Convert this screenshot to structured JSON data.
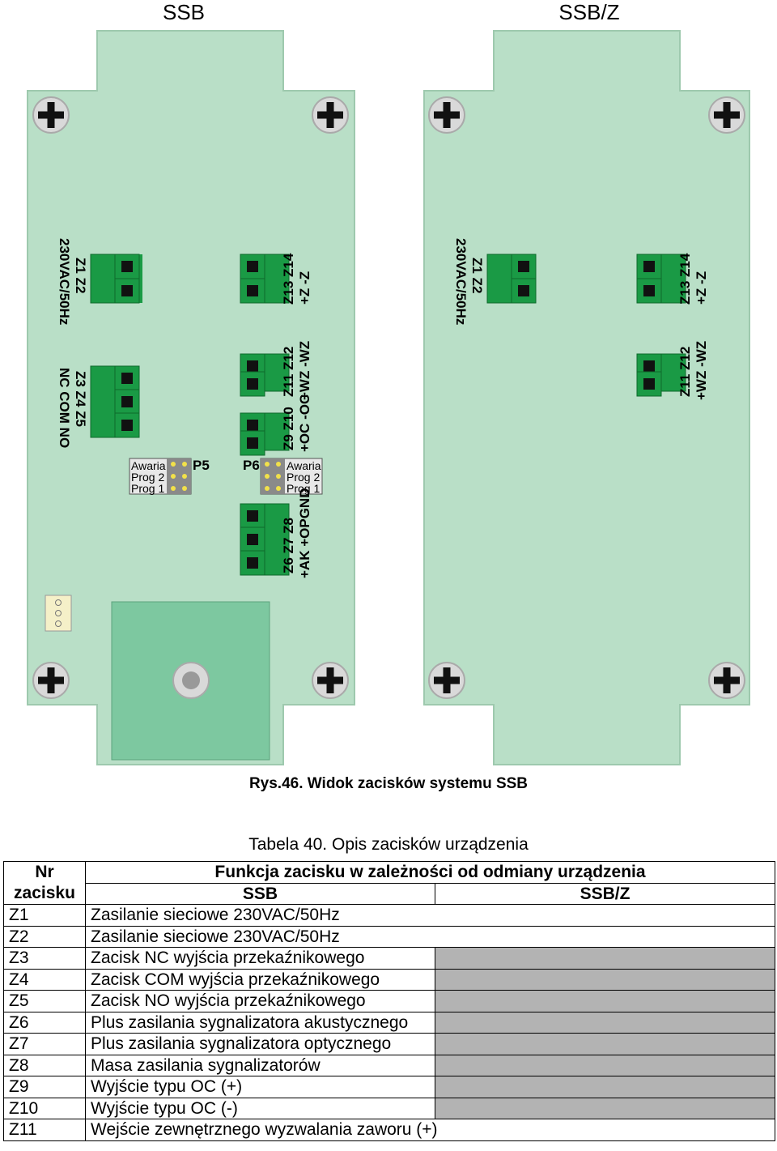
{
  "figure": {
    "boards": [
      {
        "title": "SSB",
        "terminals": {
          "z1z2": "Z1 Z2",
          "z1z2_sub": "230VAC/50Hz",
          "z3z5": "Z3 Z4 Z5",
          "z3z5_sub": "NC COM NO",
          "z13z14": "Z13 Z14",
          "z13z14_sub": "+Z  -Z",
          "z11z12": "Z11 Z12",
          "z11z12_sub": "+WZ -WZ",
          "z9z10": "Z9 Z10",
          "z9z10_sub": "+OC -OC",
          "z6z8": "Z6  Z7  Z8",
          "z6z8_sub": "+AK +OPGND"
        },
        "jumpers": {
          "p5": "P5",
          "p6": "P6",
          "labels": [
            "Awaria",
            "Prog 2",
            "Prog 1"
          ]
        }
      },
      {
        "title": "SSB/Z",
        "terminals": {
          "z1z2": "Z1 Z2",
          "z1z2_sub": "230VAC/50Hz",
          "z13z14": "Z13 Z14",
          "z13z14_sub": "+Z  -Z",
          "z11z12": "Z11 Z12",
          "z11z12_sub": "+WZ -WZ"
        }
      }
    ],
    "colors": {
      "board": "#b9dfc7",
      "board_edge": "#9ec9ae",
      "terminal": "#1a9a45",
      "terminal_dark": "#0e6a2c",
      "pad": "#7dc8a0",
      "screw": "#d9d9d9"
    },
    "caption": "Rys.46. Widok zacisków systemu SSB"
  },
  "table": {
    "caption": "Tabela 40. Opis zacisków urządzenia",
    "header": {
      "nr": "Nr",
      "nr2": "zacisku",
      "function": "Funkcja zacisku w zależności od odmiany urządzenia",
      "ssb": "SSB",
      "ssbz": "SSB/Z"
    },
    "rows": [
      {
        "nr": "Z1",
        "ssb": "Zasilanie sieciowe 230VAC/50Hz",
        "merged": true
      },
      {
        "nr": "Z2",
        "ssb": "Zasilanie sieciowe 230VAC/50Hz",
        "merged": true
      },
      {
        "nr": "Z3",
        "ssb": "Zacisk NC wyjścia przekaźnikowego",
        "merged": false
      },
      {
        "nr": "Z4",
        "ssb": "Zacisk COM wyjścia przekaźnikowego",
        "merged": false
      },
      {
        "nr": "Z5",
        "ssb": "Zacisk NO wyjścia przekaźnikowego",
        "merged": false
      },
      {
        "nr": "Z6",
        "ssb": "Plus zasilania sygnalizatora akustycznego",
        "merged": false
      },
      {
        "nr": "Z7",
        "ssb": "Plus zasilania sygnalizatora optycznego",
        "merged": false
      },
      {
        "nr": "Z8",
        "ssb": "Masa zasilania sygnalizatorów",
        "merged": false
      },
      {
        "nr": "Z9",
        "ssb": "Wyjście typu OC (+)",
        "merged": false
      },
      {
        "nr": "Z10",
        "ssb": "Wyjście typu OC (-)",
        "merged": false
      },
      {
        "nr": "Z11",
        "ssb": "Wejście zewnętrznego wyzwalania zaworu (+)",
        "merged": true
      }
    ]
  }
}
